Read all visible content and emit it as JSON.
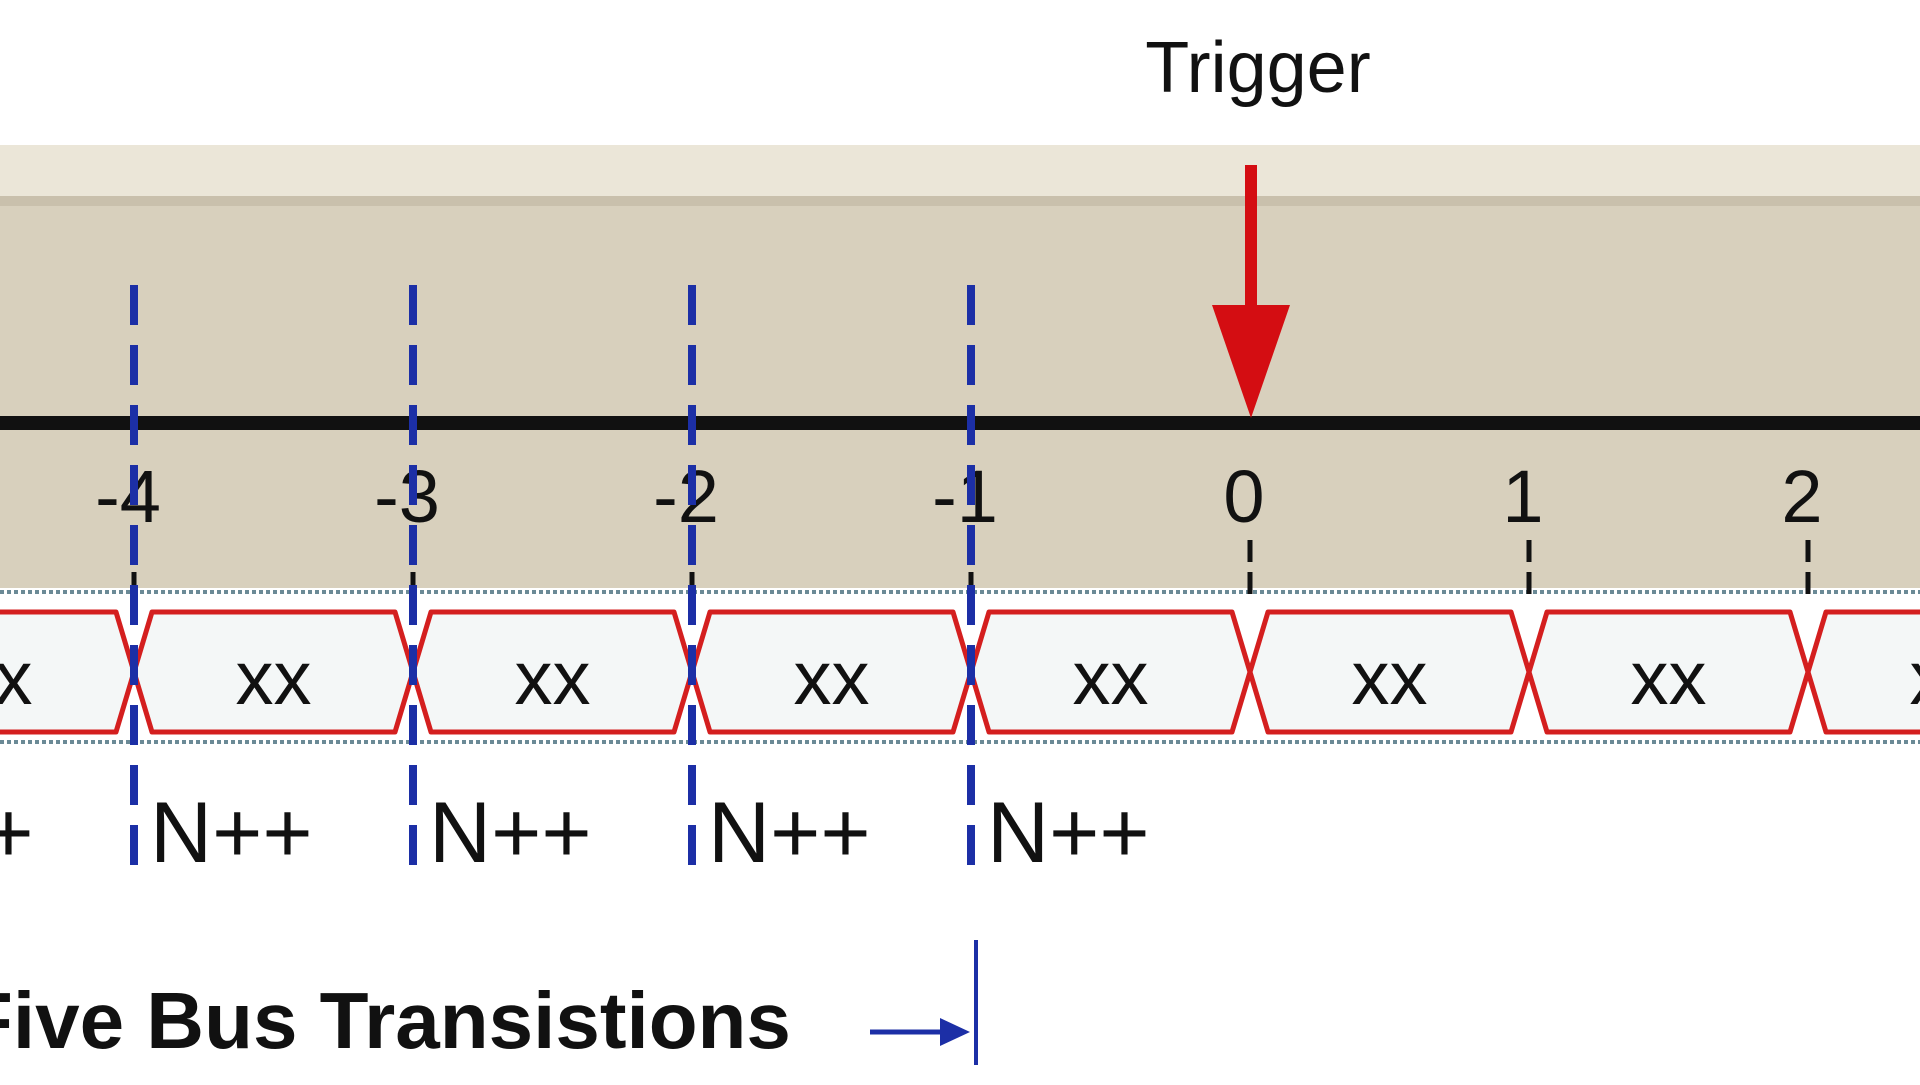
{
  "trigger_label": "Trigger",
  "axis": {
    "ticks": [
      {
        "value": -4,
        "label": "-4"
      },
      {
        "value": -3,
        "label": "-3"
      },
      {
        "value": -2,
        "label": "-2"
      },
      {
        "value": -1,
        "label": "-1"
      },
      {
        "value": 0,
        "label": "0"
      },
      {
        "value": 1,
        "label": "1"
      },
      {
        "value": 2,
        "label": "2"
      }
    ]
  },
  "bus": {
    "cell_label": "xx",
    "cells": [
      "xx",
      "xx",
      "xx",
      "xx",
      "xx",
      "xx",
      "xx",
      "xx"
    ]
  },
  "transitions": {
    "label": "N++",
    "labels": [
      "N++",
      "N++",
      "N++",
      "N++",
      "N++"
    ]
  },
  "caption": "Five Bus Transistions",
  "colors": {
    "panel": "#d8d0bd",
    "panel_top": "#ebe6d8",
    "axis_line": "#111111",
    "trigger_arrow": "#d40d12",
    "marker": "#1c2fa6",
    "bus_outline": "#d41f1f",
    "bus_fill": "#f4f7f7",
    "strip_border": "#6b8a96"
  }
}
